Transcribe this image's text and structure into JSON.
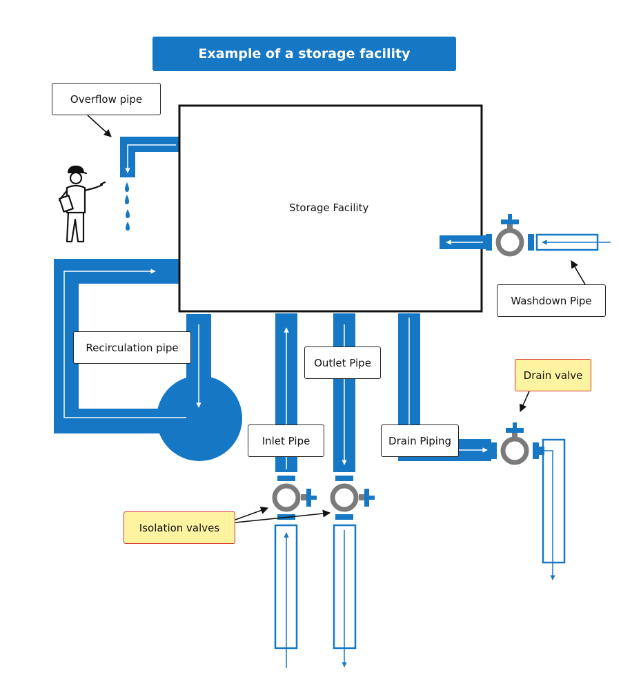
{
  "title": "Example of a storage facility",
  "labels": {
    "storage_facility": "Storage Facility",
    "overflow_pipe": "Overflow pipe",
    "washdown_pipe": "Washdown Pipe",
    "recirculation_pipe": "Recirculation pipe",
    "outlet_pipe": "Outlet Pipe",
    "inlet_pipe": "Inlet Pipe",
    "drain_piping": "Drain Piping",
    "drain_valve": "Drain valve",
    "isolation_valves": "Isolation valves"
  },
  "colors": {
    "pipe_blue": "#1677c4",
    "valve_gray": "#7b7b7b",
    "highlight_fill": "#fdf3a1",
    "highlight_border": "#d9302a",
    "outline": "#111111"
  },
  "icons": [
    "worker-with-clipboard-icon",
    "water-drop-icon",
    "valve-icon",
    "flow-arrow-icon"
  ]
}
